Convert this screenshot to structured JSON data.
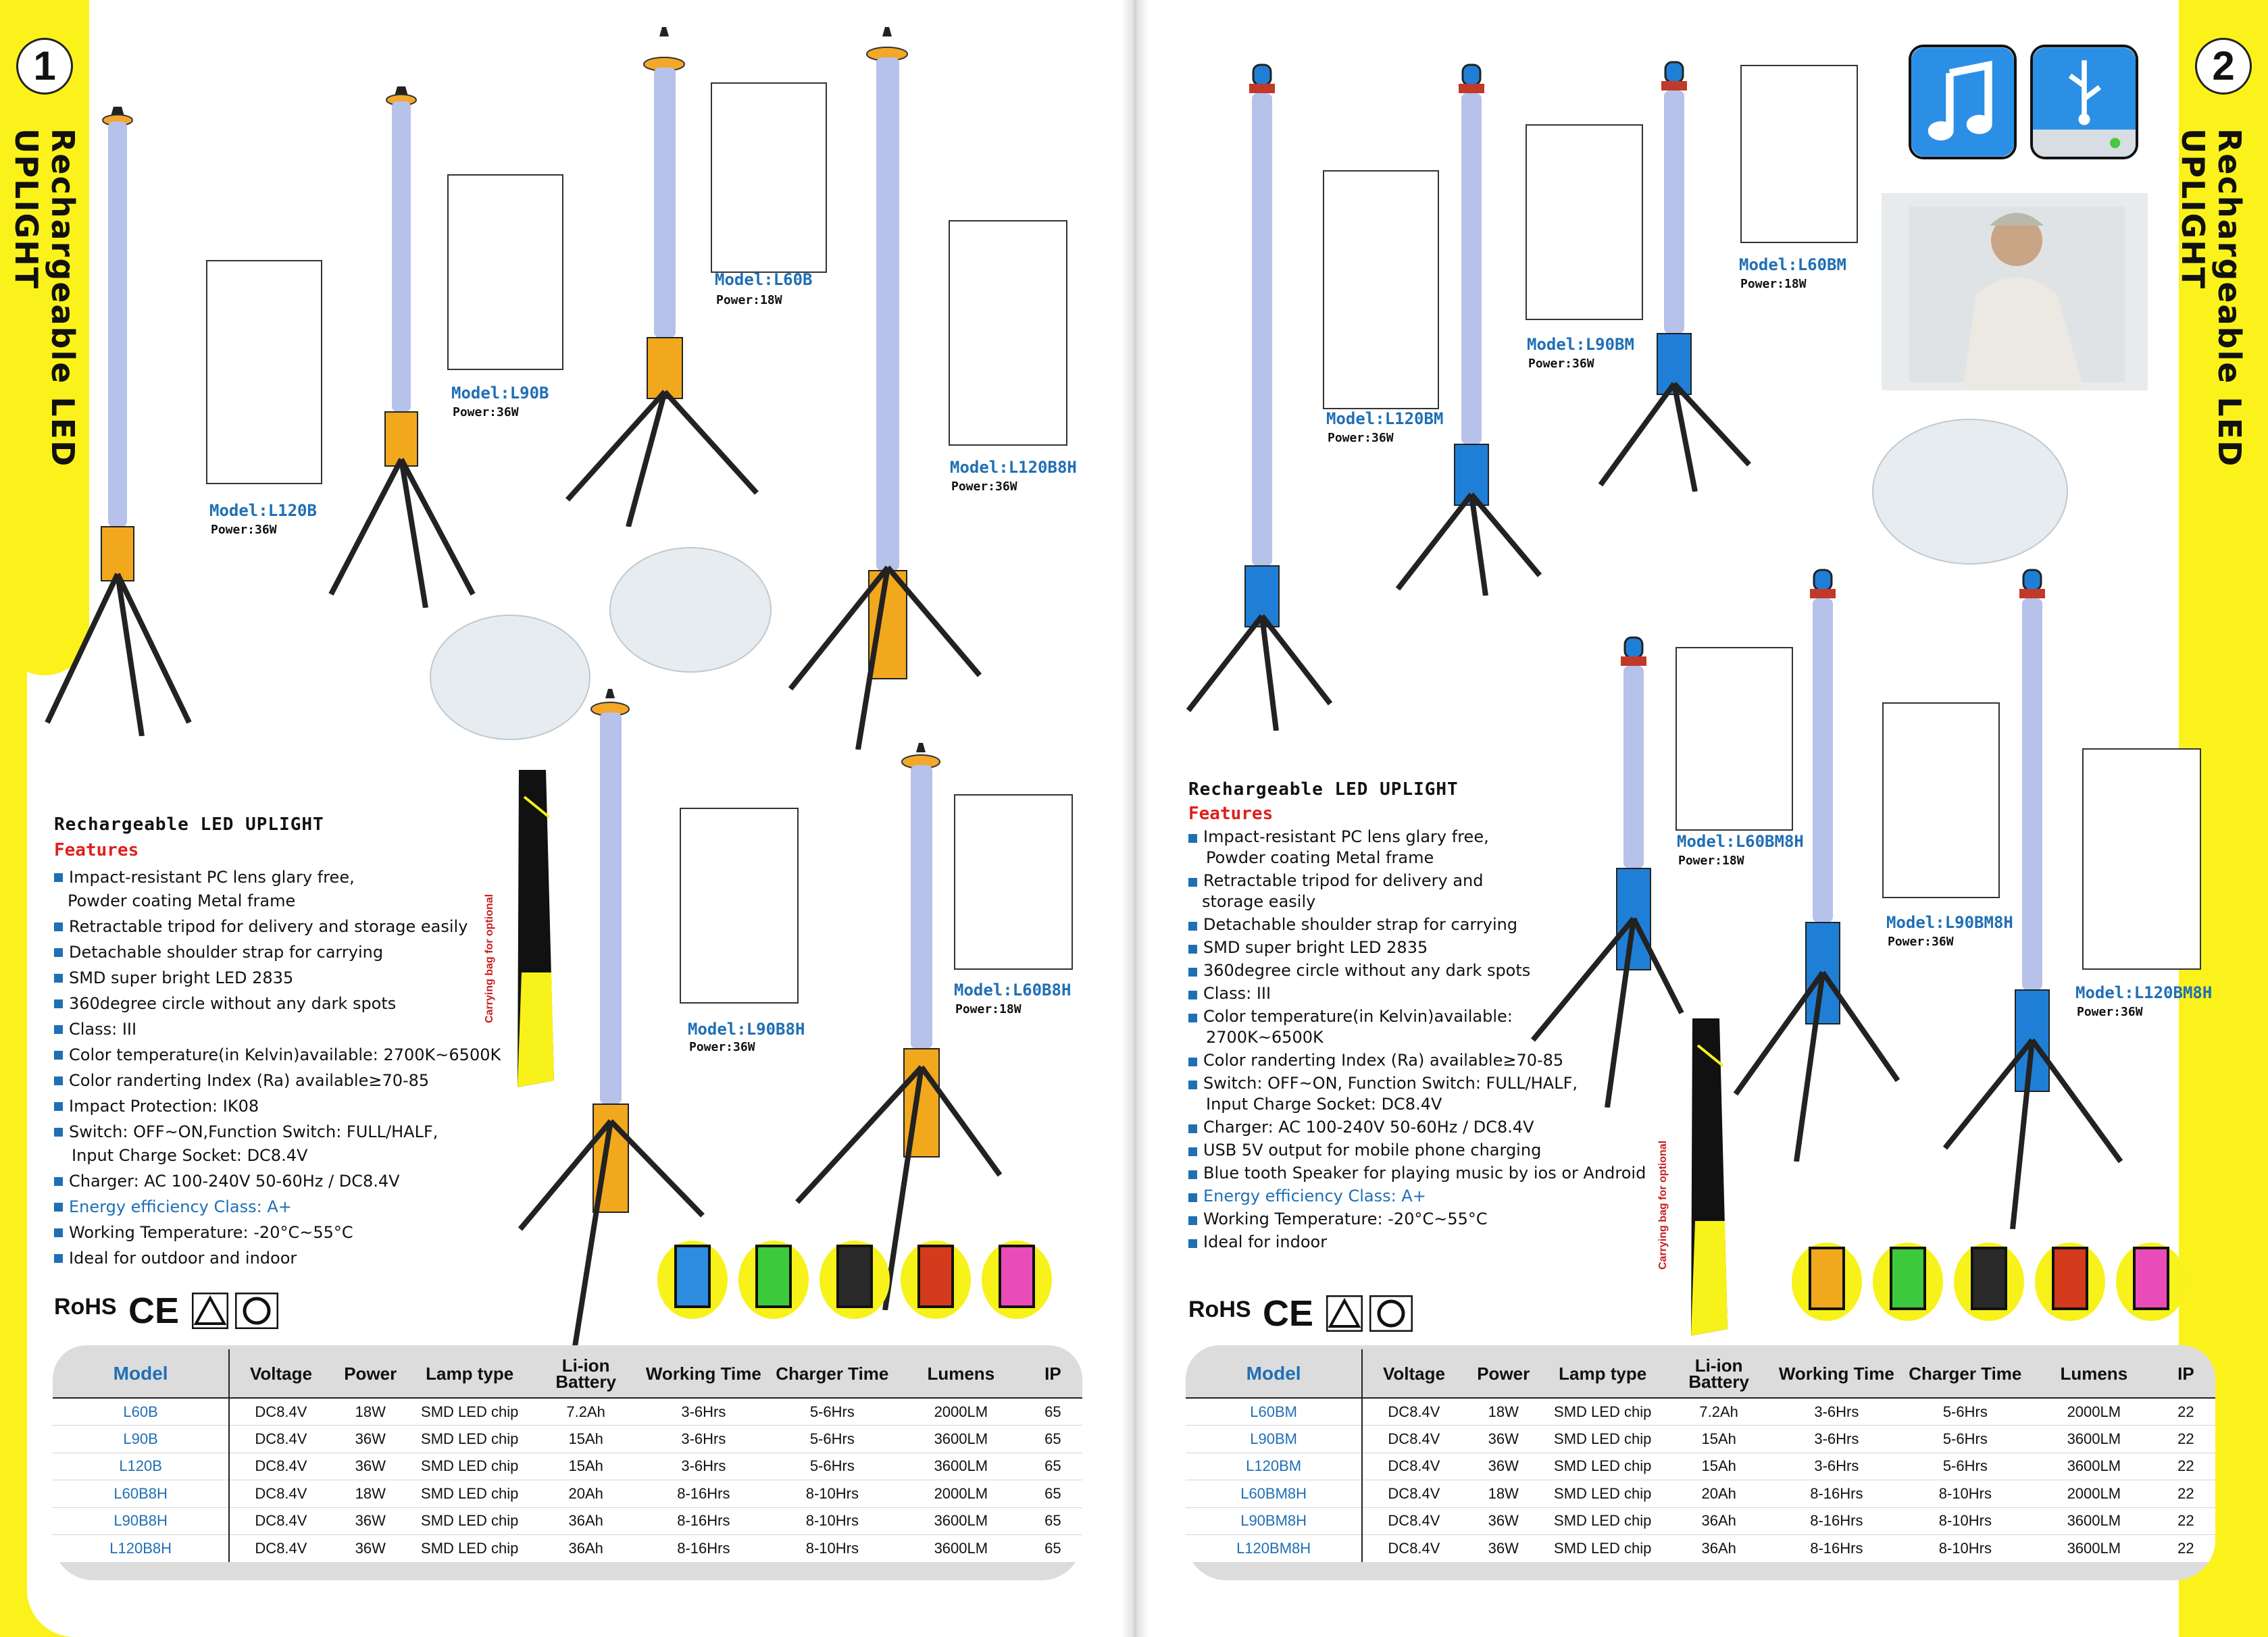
{
  "page1": {
    "page_number": "1",
    "side_title": "Rechargeable LED UPLIGHT",
    "models": [
      {
        "model": "Model:L120B",
        "power": "Power:36W"
      },
      {
        "model": "Model:L90B",
        "power": "Power:36W"
      },
      {
        "model": "Model:L60B",
        "power": "Power:18W"
      },
      {
        "model": "Model:L120B8H",
        "power": "Power:36W"
      },
      {
        "model": "Model:L90B8H",
        "power": "Power:36W"
      },
      {
        "model": "Model:L60B8H",
        "power": "Power:18W"
      }
    ],
    "bag_label": "Carrying bag for optional",
    "features_title": "Rechargeable LED UPLIGHT",
    "features_heading": "Features",
    "features": [
      "Impact-resistant PC lens glary free,",
      "Powder coating Metal frame",
      "Retractable tripod for delivery and storage easily",
      "Detachable shoulder strap for carrying",
      "SMD super bright LED 2835",
      "360degree circle without any dark spots",
      "Class: III",
      "Color temperature(in Kelvin)available: 2700K~6500K",
      "Color randerting Index (Ra) available≥70-85",
      "Impact Protection: IK08",
      "Switch: OFF~ON,Function Switch: FULL/HALF,",
      "Input Charge Socket: DC8.4V",
      "Charger: AC 100-240V 50-60Hz / DC8.4V",
      "Energy efficiency Class: A+",
      "Working Temperature: -20°C~55°C",
      "Ideal for outdoor and indoor"
    ],
    "cert_rohs": "RoHS",
    "cert_ce": "CE",
    "table": {
      "headers": [
        "Model",
        "Voltage",
        "Power",
        "Lamp type",
        "Li-ion Battery",
        "Working Time",
        "Charger Time",
        "Lumens",
        "IP"
      ],
      "rows": [
        [
          "L60B",
          "DC8.4V",
          "18W",
          "SMD LED chip",
          "7.2Ah",
          "3-6Hrs",
          "5-6Hrs",
          "2000LM",
          "65"
        ],
        [
          "L90B",
          "DC8.4V",
          "36W",
          "SMD LED chip",
          "15Ah",
          "3-6Hrs",
          "5-6Hrs",
          "3600LM",
          "65"
        ],
        [
          "L120B",
          "DC8.4V",
          "36W",
          "SMD LED chip",
          "15Ah",
          "3-6Hrs",
          "5-6Hrs",
          "3600LM",
          "65"
        ],
        [
          "L60B8H",
          "DC8.4V",
          "18W",
          "SMD LED chip",
          "20Ah",
          "8-16Hrs",
          "8-10Hrs",
          "2000LM",
          "65"
        ],
        [
          "L90B8H",
          "DC8.4V",
          "36W",
          "SMD LED chip",
          "36Ah",
          "8-16Hrs",
          "8-10Hrs",
          "3600LM",
          "65"
        ],
        [
          "L120B8H",
          "DC8.4V",
          "36W",
          "SMD LED chip",
          "36Ah",
          "8-16Hrs",
          "8-10Hrs",
          "3600LM",
          "65"
        ]
      ]
    }
  },
  "page2": {
    "page_number": "2",
    "side_title": "Rechargeable LED UPLIGHT",
    "models": [
      {
        "model": "Model:L120BM",
        "power": "Power:36W"
      },
      {
        "model": "Model:L90BM",
        "power": "Power:36W"
      },
      {
        "model": "Model:L60BM",
        "power": "Power:18W"
      },
      {
        "model": "Model:L60BM8H",
        "power": "Power:18W"
      },
      {
        "model": "Model:L90BM8H",
        "power": "Power:36W"
      },
      {
        "model": "Model:L120BM8H",
        "power": "Power:36W"
      }
    ],
    "icons": [
      "music-note-icon",
      "usb-icon"
    ],
    "bag_label": "Carrying bag for optional",
    "features_title": "Rechargeable LED UPLIGHT",
    "features_heading": "Features",
    "features": [
      "Impact-resistant PC lens glary free,",
      "Powder coating Metal frame",
      "Retractable tripod for delivery and",
      "storage easily",
      "Detachable shoulder strap for carrying",
      "SMD super bright LED 2835",
      "360degree circle without any dark spots",
      "Class: III",
      "Color temperature(in Kelvin)available:",
      "2700K~6500K",
      "Color randerting Index (Ra) available≥70-85",
      "Switch: OFF~ON, Function Switch: FULL/HALF,",
      "Input Charge Socket: DC8.4V",
      "Charger: AC 100-240V 50-60Hz / DC8.4V",
      "USB 5V output for mobile phone charging",
      "Blue tooth Speaker for playing music by ios or Android",
      "Energy efficiency Class: A+",
      "Working Temperature: -20°C~55°C",
      "Ideal for indoor"
    ],
    "cert_rohs": "RoHS",
    "cert_ce": "CE",
    "table": {
      "headers": [
        "Model",
        "Voltage",
        "Power",
        "Lamp type",
        "Li-ion Battery",
        "Working Time",
        "Charger Time",
        "Lumens",
        "IP"
      ],
      "rows": [
        [
          "L60BM",
          "DC8.4V",
          "18W",
          "SMD LED chip",
          "7.2Ah",
          "3-6Hrs",
          "5-6Hrs",
          "2000LM",
          "22"
        ],
        [
          "L90BM",
          "DC8.4V",
          "36W",
          "SMD LED chip",
          "15Ah",
          "3-6Hrs",
          "5-6Hrs",
          "3600LM",
          "22"
        ],
        [
          "L120BM",
          "DC8.4V",
          "36W",
          "SMD LED chip",
          "15Ah",
          "3-6Hrs",
          "5-6Hrs",
          "3600LM",
          "22"
        ],
        [
          "L60BM8H",
          "DC8.4V",
          "18W",
          "SMD LED chip",
          "20Ah",
          "8-16Hrs",
          "8-10Hrs",
          "2000LM",
          "22"
        ],
        [
          "L90BM8H",
          "DC8.4V",
          "36W",
          "SMD LED chip",
          "36Ah",
          "8-16Hrs",
          "8-10Hrs",
          "3600LM",
          "22"
        ],
        [
          "L120BM8H",
          "DC8.4V",
          "36W",
          "SMD LED chip",
          "36Ah",
          "8-16Hrs",
          "8-10Hrs",
          "3600LM",
          "22"
        ]
      ]
    }
  },
  "colors": {
    "yellow": "#fbf21c",
    "blue_text": "#1f6fb5",
    "red_text": "#e0201c",
    "lamp_tube": "#b7c2ea",
    "yellow_box": "#f2a81d",
    "blue_box": "#1f7fd6"
  },
  "swatch_colors": [
    "#2d8be0",
    "#3cc93c",
    "#2a2a2a",
    "#d43a1c",
    "#e94bb8"
  ]
}
